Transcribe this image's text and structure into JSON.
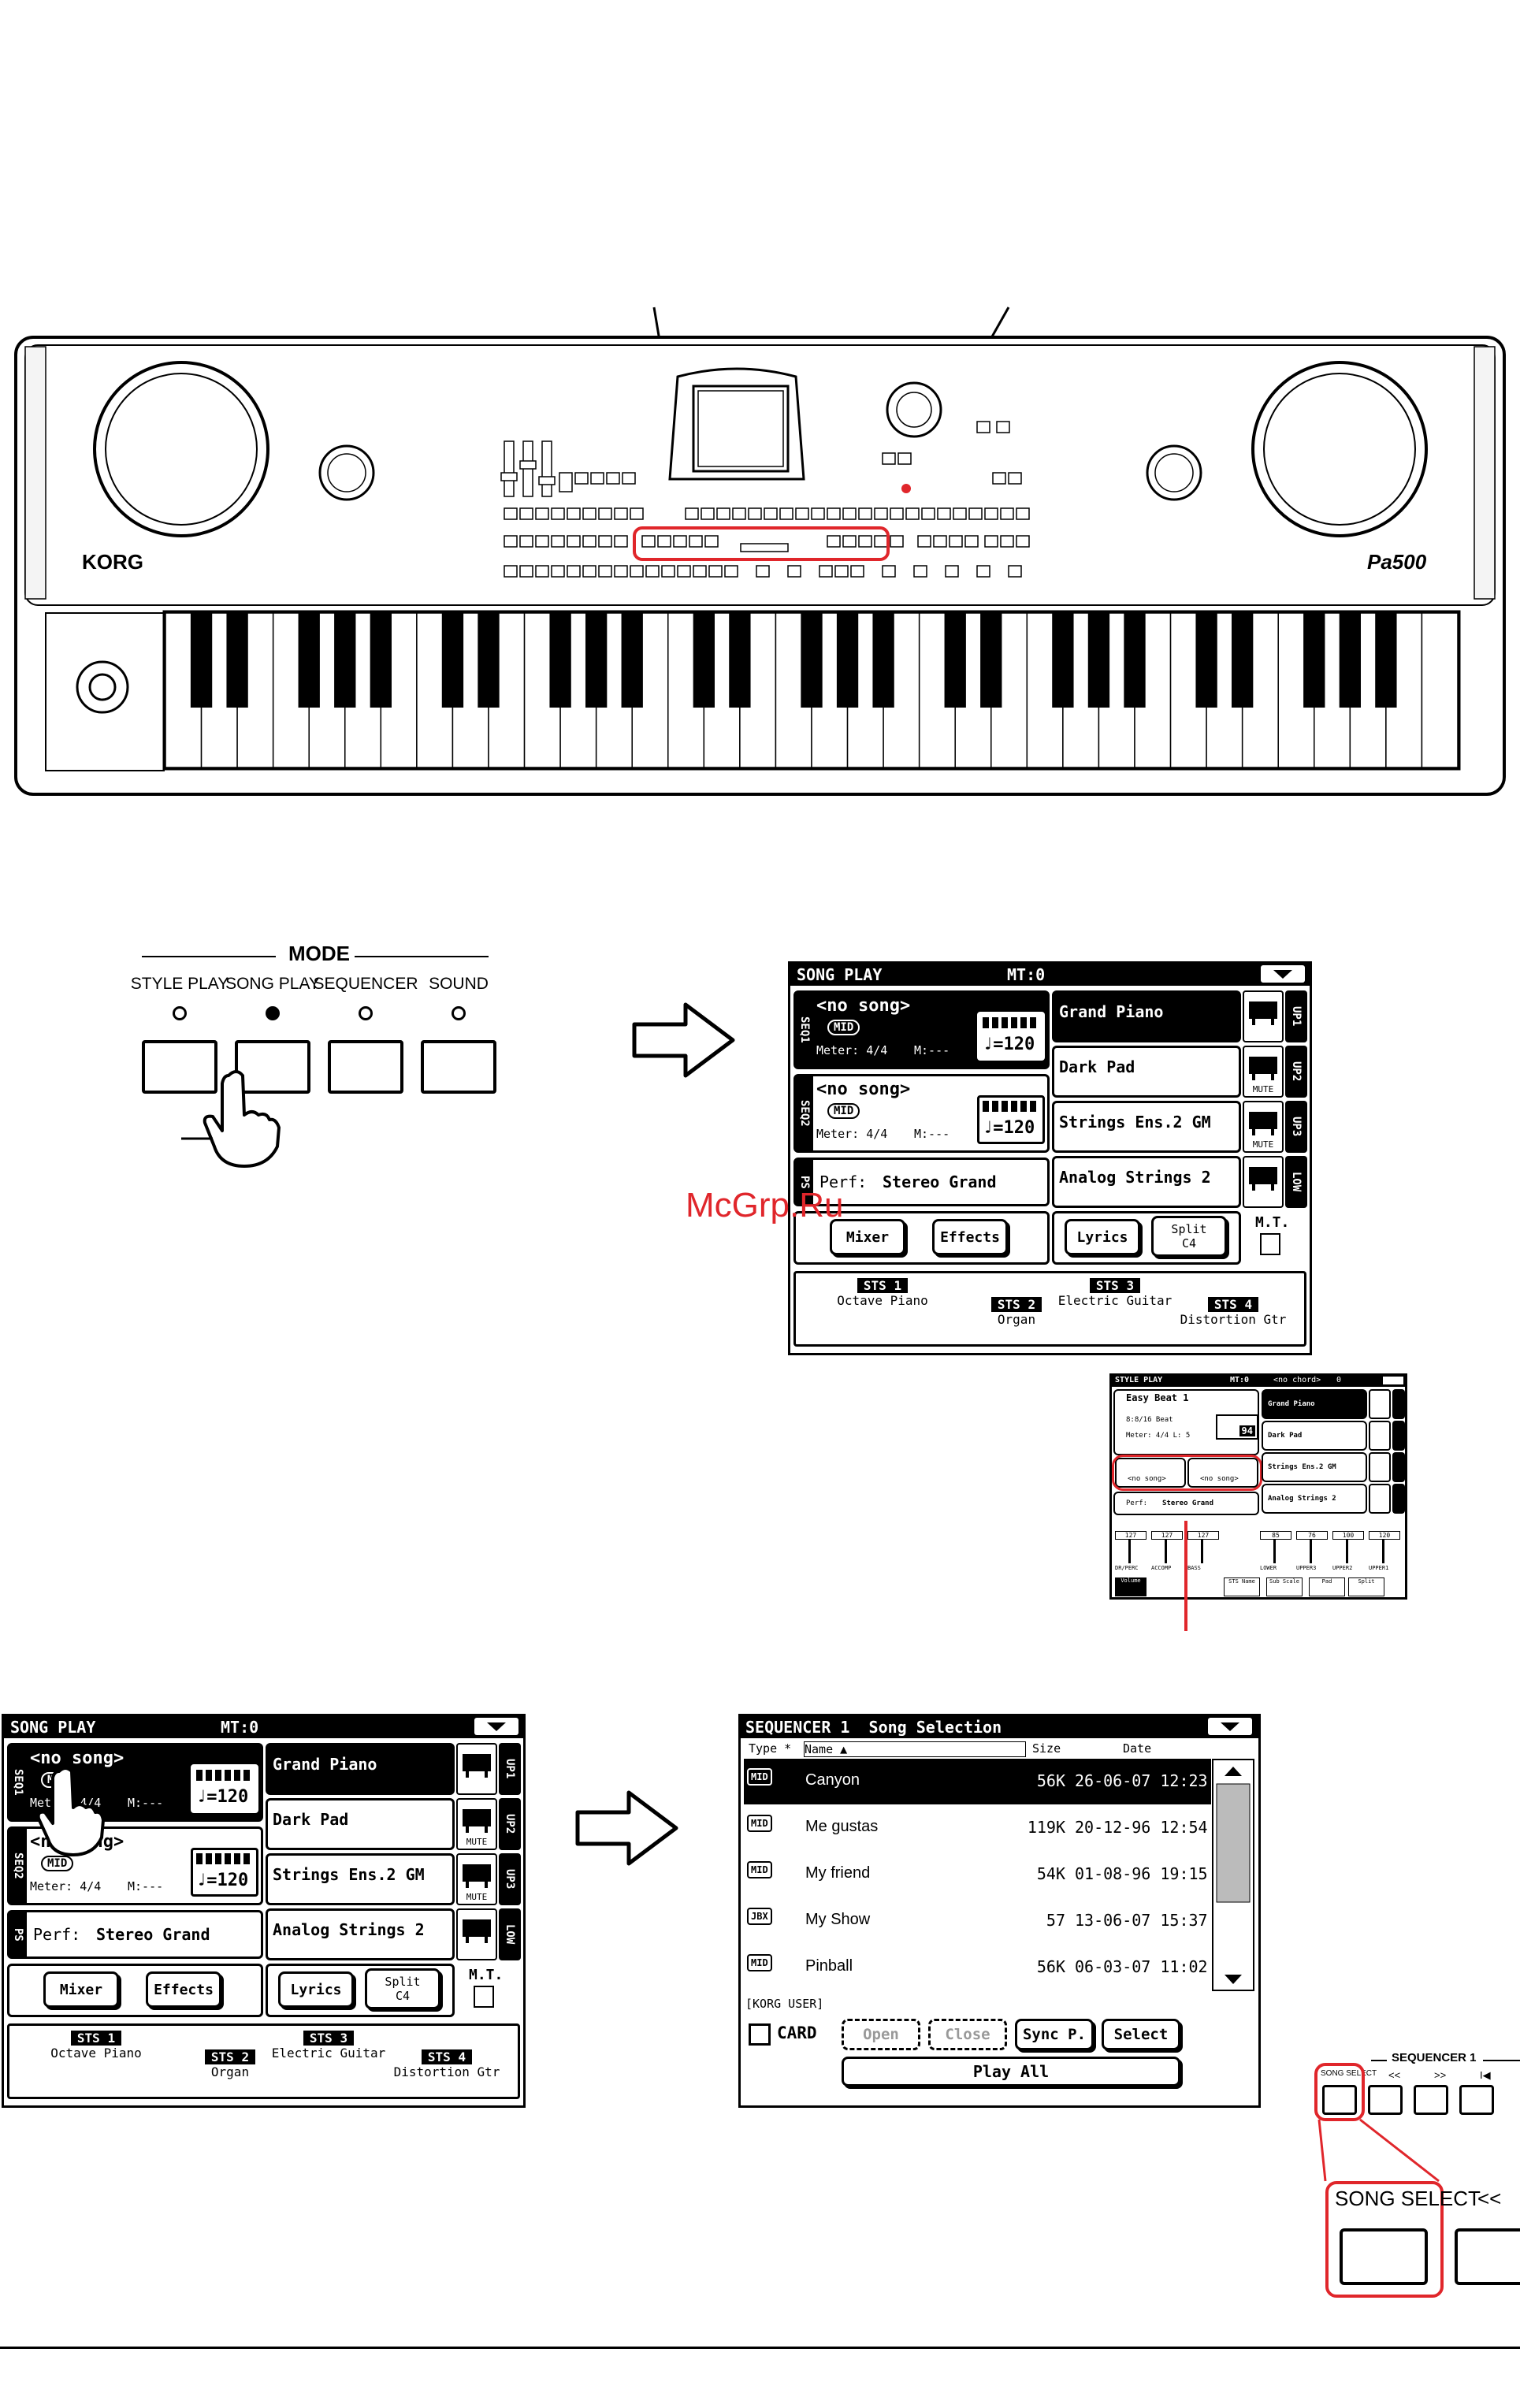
{
  "keyboard": {
    "brand": "KORG",
    "model": "Pa500"
  },
  "mode": {
    "title": "MODE",
    "buttons": [
      "STYLE PLAY",
      "SONG PLAY",
      "SEQUENCER",
      "SOUND"
    ],
    "active_index": 1
  },
  "watermark": "McGrp.Ru",
  "song_play": {
    "title": "SONG PLAY",
    "mt": "MT:0",
    "seq1": {
      "tab": "SEQ1",
      "song": "<no song>",
      "badge": "MID",
      "meter": "Meter: 4/4",
      "m": "M:---",
      "tempo": "♩=120"
    },
    "seq2": {
      "tab": "SEQ2",
      "song": "<no song>",
      "badge": "MID",
      "meter": "Meter: 4/4",
      "m": "M:---",
      "tempo": "♩=120"
    },
    "ps": {
      "tab": "PS",
      "perf": "Perf:",
      "name": "Stereo Grand"
    },
    "tracks": [
      {
        "name": "Grand Piano",
        "tab": "UP1",
        "icon": "piano-icon",
        "status": ""
      },
      {
        "name": "Dark Pad",
        "tab": "UP2",
        "icon": "keyboard-icon",
        "status": "MUTE"
      },
      {
        "name": "Strings Ens.2 GM",
        "tab": "UP3",
        "icon": "violin-icon",
        "status": "MUTE"
      },
      {
        "name": "Analog Strings 2",
        "tab": "LOW",
        "icon": "violin-icon",
        "status": ""
      }
    ],
    "buttons": {
      "mixer": "Mixer",
      "effects": "Effects",
      "lyrics": "Lyrics",
      "split": "Split",
      "split_note": "C4",
      "mt": "M.T."
    },
    "sts": [
      {
        "label": "STS 1",
        "name": "Octave Piano"
      },
      {
        "label": "STS 2",
        "name": "Organ"
      },
      {
        "label": "STS 3",
        "name": "Electric Guitar"
      },
      {
        "label": "STS 4",
        "name": "Distortion Gtr"
      }
    ]
  },
  "style_play": {
    "title": "STYLE PLAY",
    "mt": "MT:0",
    "chord": "<no chord>",
    "chord_val": "0",
    "style": "Easy Beat 1",
    "beat": "8:8/16 Beat",
    "meter": "Meter: 4/4  L: 5",
    "tempo": "94",
    "song1": "<no song>",
    "song2": "<no song>",
    "perf": "Perf:",
    "perf_name": "Stereo Grand",
    "tracks": [
      "Grand Piano",
      "Dark Pad",
      "Strings Ens.2 GM",
      "Analog Strings 2"
    ],
    "mixer_values": [
      "127",
      "127",
      "127",
      "",
      "85",
      "76",
      "100",
      "120"
    ],
    "mixer_labels": [
      "DR/PERC",
      "ACCOMP",
      "BASS",
      "",
      "LOWER",
      "UPPER3",
      "UPPER2",
      "UPPER1"
    ],
    "bottom_tabs": [
      "Volume",
      "STS Name",
      "Sub Scale",
      "Pad",
      "Split"
    ]
  },
  "sequencer": {
    "title": "SEQUENCER 1  Song Selection",
    "columns": [
      "Type *",
      "Name ▲",
      "Size",
      "Date"
    ],
    "rows": [
      {
        "type": "MID",
        "name": "Canyon",
        "size": "56K",
        "date": "26-06-07 12:23",
        "selected": true
      },
      {
        "type": "MID",
        "name": "Me gustas",
        "size": "119K",
        "date": "20-12-96 12:54",
        "selected": false
      },
      {
        "type": "MID",
        "name": "My friend",
        "size": "54K",
        "date": "01-08-96 19:15",
        "selected": false
      },
      {
        "type": "JBX",
        "name": "My Show",
        "size": "57",
        "date": "13-06-07 15:37",
        "selected": false
      },
      {
        "type": "MID",
        "name": "Pinball",
        "size": "56K",
        "date": "06-03-07 11:02",
        "selected": false
      }
    ],
    "path": "[KORG USER]",
    "device": "CARD",
    "buttons": [
      "Open",
      "Close",
      "Sync P.",
      "Select"
    ],
    "play_all": "Play All"
  },
  "panel": {
    "group": "SEQUENCER 1",
    "song_select": "SONG SELECT",
    "rew": "<<",
    "ff": ">>",
    "home": "I◀",
    "zoom_label": "SONG SELECT",
    "zoom_next": "<<"
  },
  "colors": {
    "highlight": "#e0262b",
    "ink": "#000000"
  }
}
